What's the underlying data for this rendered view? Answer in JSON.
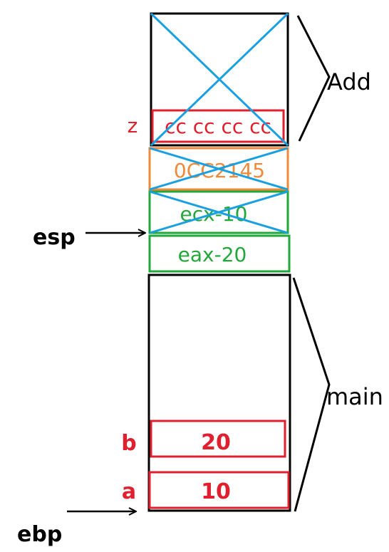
{
  "frames": {
    "add": {
      "label": "Add"
    },
    "main": {
      "label": "main"
    }
  },
  "cells": {
    "z": {
      "label": "z",
      "value": "cc cc cc cc"
    },
    "ret": {
      "value": "0CC2145"
    },
    "ecx": {
      "value": "ecx-10"
    },
    "eax": {
      "value": "eax-20"
    },
    "b": {
      "label": "b",
      "value": "20"
    },
    "a": {
      "label": "a",
      "value": "10"
    }
  },
  "pointers": {
    "esp": "esp",
    "ebp": "ebp"
  },
  "colors": {
    "frame": "#000000",
    "local": "#e0202e",
    "return": "#f08a3a",
    "param": "#22a83a",
    "cross": "#1aa0e0"
  }
}
